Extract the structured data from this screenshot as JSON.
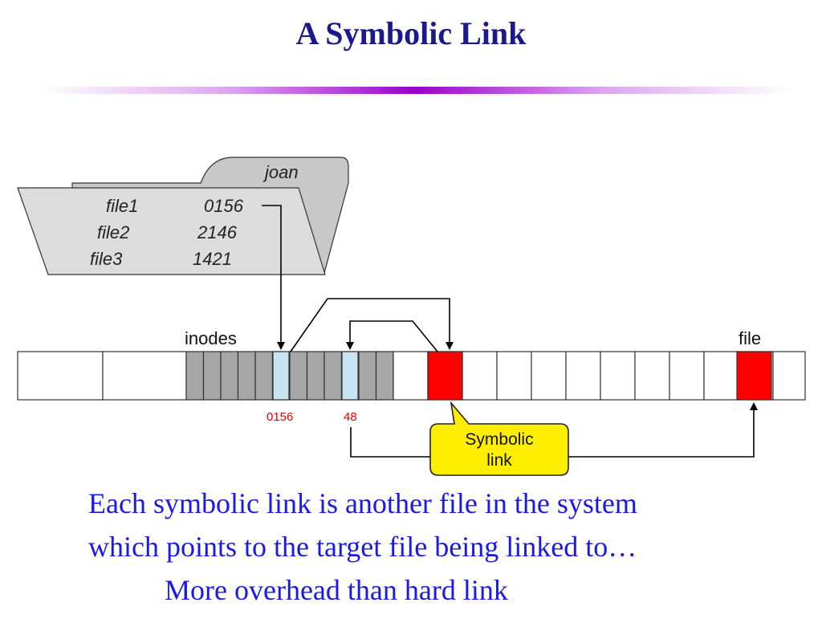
{
  "title": "A Symbolic Link",
  "directory": {
    "name": "joan",
    "entries": [
      {
        "file": "file1",
        "inode": "0156"
      },
      {
        "file": "file2",
        "inode": "2146"
      },
      {
        "file": "file3",
        "inode": "1421"
      }
    ]
  },
  "disk": {
    "inodes_label": "inodes",
    "file_label": "file",
    "inode_numbers": [
      "0156",
      "48"
    ]
  },
  "callout": {
    "line1": "Symbolic",
    "line2": "link"
  },
  "colors": {
    "title": "#1a1a8c",
    "body_text": "#1a1ae6",
    "inode_block": "#a6a6a6",
    "highlight_inode": "#c5e3f0",
    "data_block": "#ff0000",
    "callout_fill": "#ffee00",
    "rule": "#9900cc"
  },
  "body": {
    "line1": "Each symbolic link is another file in the system",
    "line2": "which points to the target file being linked to…",
    "line3": "More overhead than hard link"
  }
}
